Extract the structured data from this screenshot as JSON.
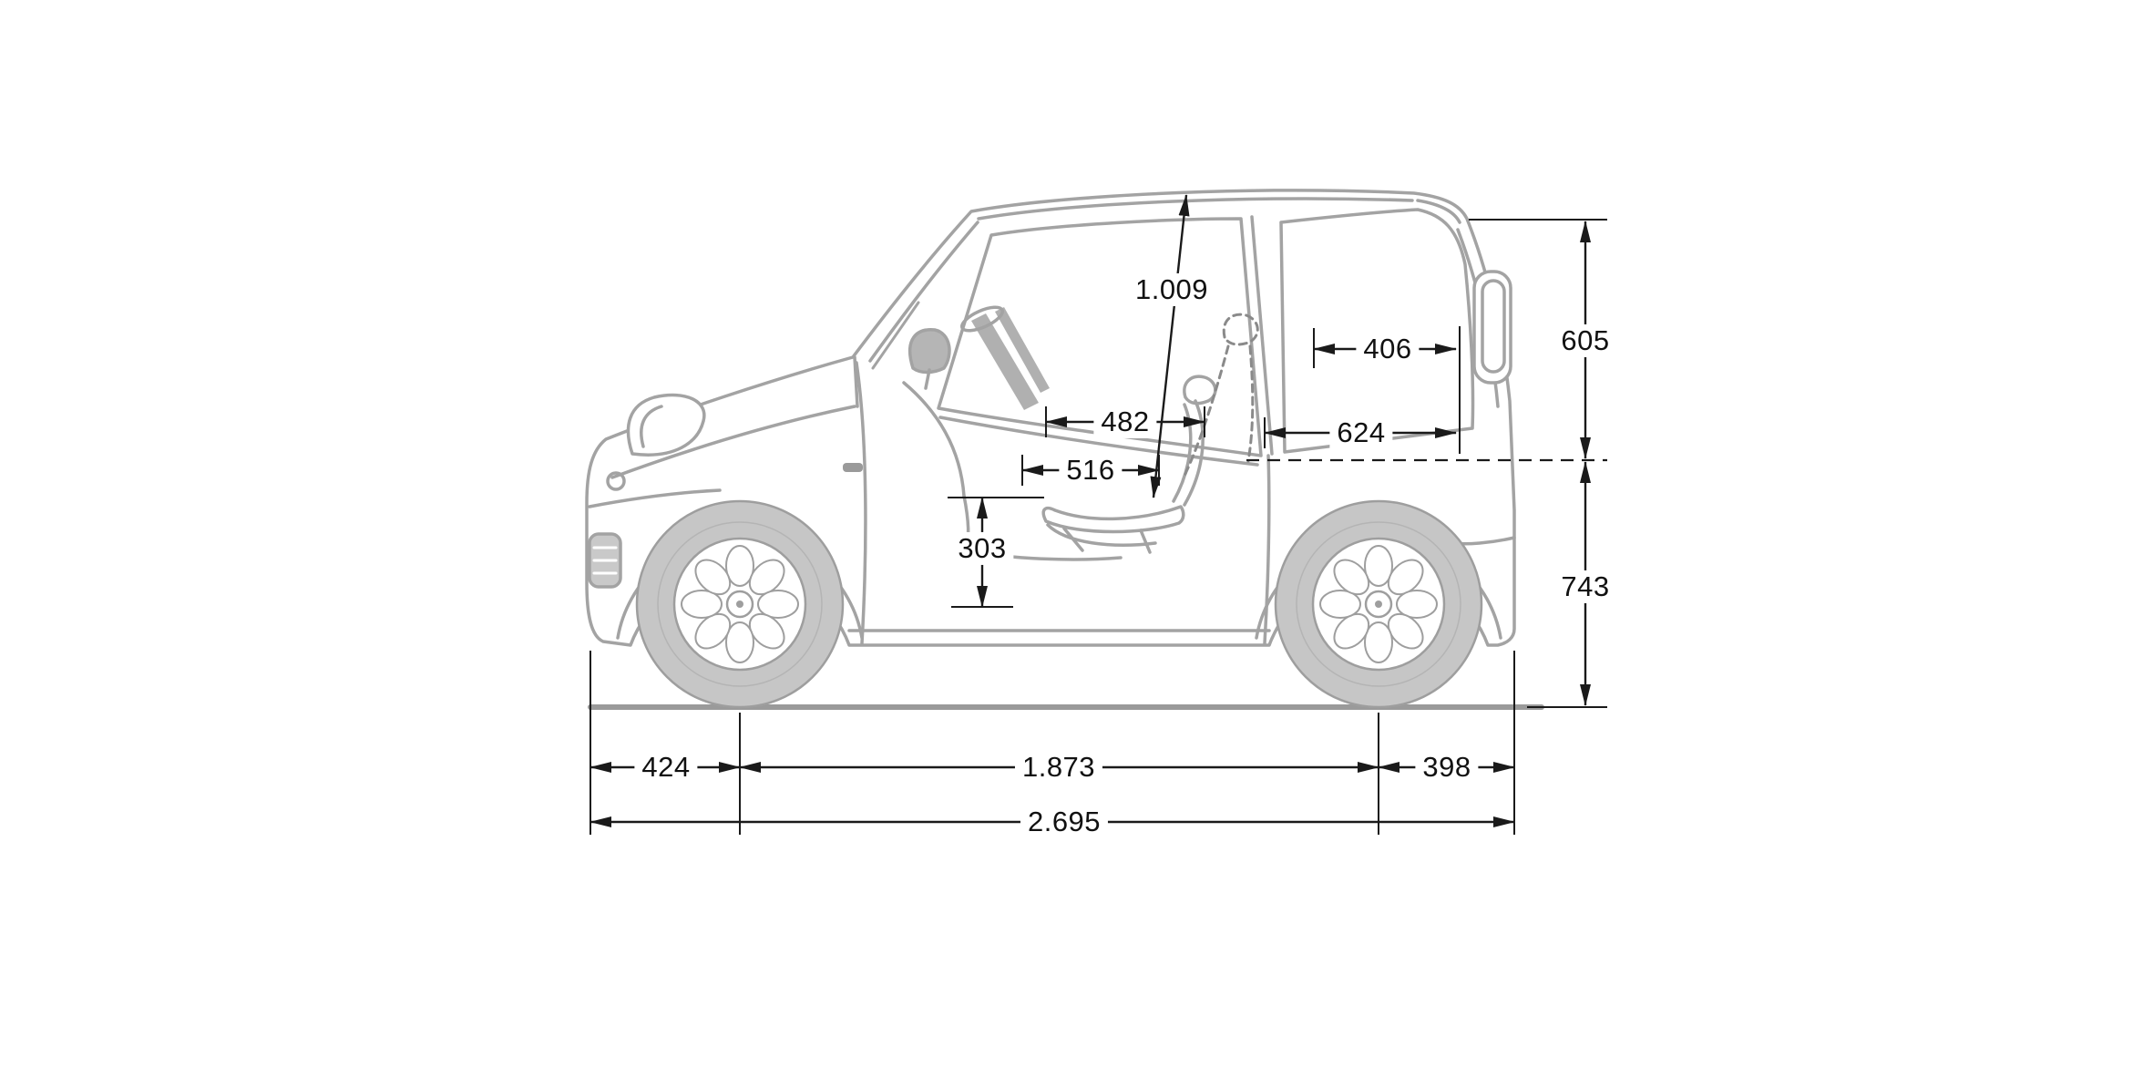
{
  "diagram": {
    "type": "technical-drawing",
    "subject": "smart fortwo coupe side view dimension drawing",
    "unit": "mm",
    "colors": {
      "car_line": "#a3a3a3",
      "tire_fill": "#c6c6c6",
      "dimension_line": "#1a1a1a",
      "background": "#ffffff"
    },
    "dimensions": {
      "interior_height": "1.009",
      "headrest_to_tailgate": "406",
      "steering_wheel_to_seatback": "482",
      "seatback_to_rear": "624",
      "seat_length": "516",
      "seat_height": "303",
      "upper_body_height": "605",
      "lower_body_height": "743",
      "front_overhang": "424",
      "wheelbase": "1.873",
      "rear_overhang": "398",
      "overall_length": "2.695"
    }
  }
}
